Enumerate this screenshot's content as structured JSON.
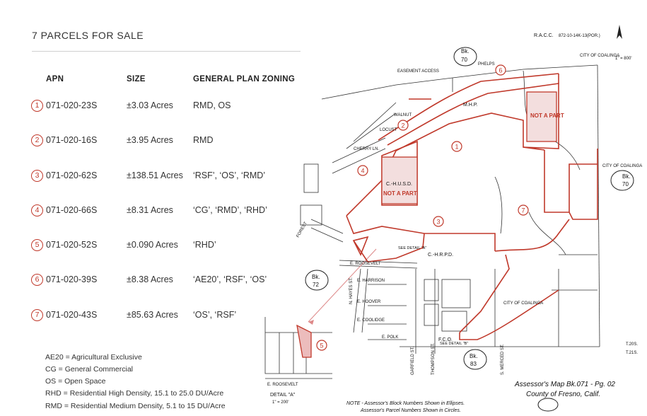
{
  "title": "7 PARCELS FOR SALE",
  "columns": {
    "apn": "APN",
    "size": "SIZE",
    "zoning": "GENERAL PLAN ZONING"
  },
  "parcels": [
    {
      "num": "1",
      "apn": "071-020-23S",
      "size": "±3.03 Acres",
      "zoning": "RMD, OS"
    },
    {
      "num": "2",
      "apn": "071-020-16S",
      "size": "±3.95 Acres",
      "zoning": "RMD"
    },
    {
      "num": "3",
      "apn": "071-020-62S",
      "size": "±138.51 Acres",
      "zoning": "‘RSF’, ‘OS’, ‘RMD’"
    },
    {
      "num": "4",
      "apn": "071-020-66S",
      "size": "±8.31 Acres",
      "zoning": "‘CG’, ‘RMD’, ‘RHD’"
    },
    {
      "num": "5",
      "apn": "071-020-52S",
      "size": "±0.090 Acres",
      "zoning": "‘RHD’"
    },
    {
      "num": "6",
      "apn": "071-020-39S",
      "size": "±8.38 Acres",
      "zoning": "‘AE20’, ‘RSF’, ‘OS’"
    },
    {
      "num": "7",
      "apn": "071-020-43S",
      "size": "±85.63 Acres",
      "zoning": "‘OS’, ‘RSF’"
    }
  ],
  "legend": [
    "AE20 = Agricultural Exclusive",
    "CG = General Commercial",
    "OS = Open Space",
    "RHD = Residential High Density, 15.1 to 25.0 DU/Acre",
    "RMD = Residential Medium Density, 5.1 to 15 DU/Acre"
  ],
  "map": {
    "book70_top": "Bk.\n70",
    "racc": "R.A.C.C.",
    "racc_ref": "872-10-14K-13(POR.)",
    "scale": "1\" = 800'",
    "city_top": "CITY OF COALINGA",
    "city_right": "CITY OF COALINGA",
    "city_bottom": "CITY OF COALINGA",
    "easement": "EASEMENT ACCESS",
    "phelps": "PHELPS",
    "walnut": "WALNUT",
    "locust": "LOCUST",
    "cherry": "CHERRY LN.",
    "forest": "FOREST",
    "roosevelt": "E. ROOSEVELT",
    "harrison": "E. HARRISON",
    "hoover": "E. HOOVER",
    "coolidge": "E. COOLIDGE",
    "polk": "E. POLK",
    "garfield": "GARFIELD ST.",
    "thompson": "THOMPSON ST.",
    "nhayes": "N. HAYES ST.",
    "smerced": "S. MERCED ST.",
    "not_a_part": "NOT A PART",
    "chusd": "C.-H.U.S.D.",
    "chrpd": "C.-H.R.P.D.",
    "mhp": "M.H.P.",
    "fco": "F.C.O.",
    "detail_a": "DETAIL \"A\"",
    "detail_scale": "1\" = 200'",
    "see_detail_a": "SEE DETAIL \"A\"",
    "see_detail_b": "SEE DETAIL \"B\"",
    "footer_title": "Assessor's Map Bk.071 - Pg. 02",
    "footer_county": "County of Fresno, Calif.",
    "note1": "NOTE - Assessor's Block Numbers Shown in Ellipses.",
    "note2": "Assessor's Parcel Numbers Shown in Circles.",
    "twp1": "T.20S.",
    "twp2": "T.21S."
  }
}
